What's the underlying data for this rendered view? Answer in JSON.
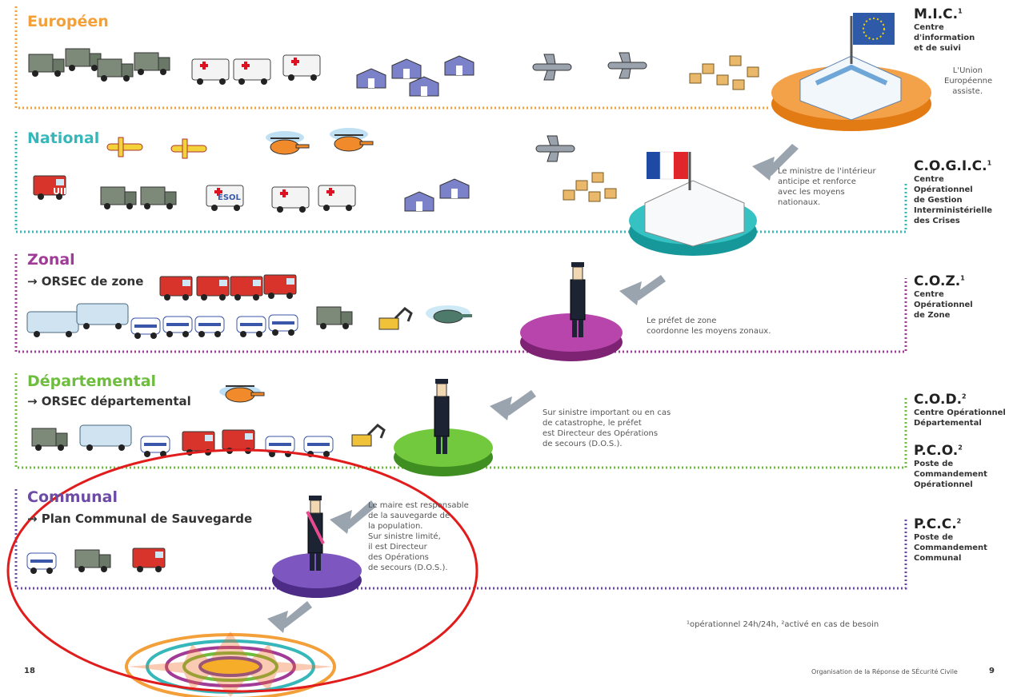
{
  "levels": [
    {
      "title": "Européen",
      "color": "#f3a03a",
      "subtitle": ""
    },
    {
      "title": "National",
      "color": "#36b7b9",
      "subtitle": ""
    },
    {
      "title": "Zonal",
      "color": "#a13b98",
      "subtitle": "→ ORSEC de zone"
    },
    {
      "title": "Départemental",
      "color": "#6ebd3f",
      "subtitle": "→ ORSEC départemental"
    },
    {
      "title": "Communal",
      "color": "#6d4aa5",
      "subtitle": "→ Plan Communal de Sauvegarde"
    }
  ],
  "organizations": [
    {
      "acronym": "M.I.C.",
      "sup": "1",
      "full": [
        "Centre",
        "d'information",
        "et de suivi"
      ]
    },
    {
      "acronym": "C.O.G.I.C.",
      "sup": "1",
      "full": [
        "Centre",
        "Opérationnel",
        "de Gestion",
        "Interministérielle",
        "des Crises"
      ]
    },
    {
      "acronym": "C.O.Z.",
      "sup": "1",
      "full": [
        "Centre",
        "Opérationnel",
        "de Zone"
      ]
    },
    {
      "acronym": "C.O.D.",
      "sup": "2",
      "full": [
        "Centre Opérationnel",
        "Départemental"
      ]
    },
    {
      "acronym": "P.C.O.",
      "sup": "2",
      "full": [
        "Poste de",
        "Commandement",
        "Opérationnel"
      ]
    },
    {
      "acronym": "P.C.C.",
      "sup": "2",
      "full": [
        "Poste de",
        "Commandement",
        "Communal"
      ]
    }
  ],
  "notes": {
    "eu": [
      "L'Union",
      "Européenne",
      "assiste."
    ],
    "national": [
      "Le ministre de l'intérieur",
      "anticipe et renforce",
      "avec les moyens",
      "nationaux."
    ],
    "zonal": [
      "Le préfet de zone",
      "coordonne les moyens zonaux."
    ],
    "departemental": [
      "Sur sinistre important ou en cas",
      "de catastrophe, le préfet",
      "est Directeur des Opérations",
      "de secours (D.O.S.)."
    ],
    "communal": [
      "Le maire est responsable",
      "de la sauvegarde de",
      "la population.",
      "Sur sinistre limité,",
      "il est Directeur",
      "des Opérations",
      "de secours (D.O.S.)."
    ]
  },
  "vehicle_labels": {
    "uiisc": "UIISC",
    "esol": "ESOL"
  },
  "footnote": "¹opérationnel 24h/24h, ²activé en cas de besoin",
  "page_left": "18",
  "page_right_title": "Organisation de la Réponse de SÉcurité Civile",
  "page_right": "9"
}
